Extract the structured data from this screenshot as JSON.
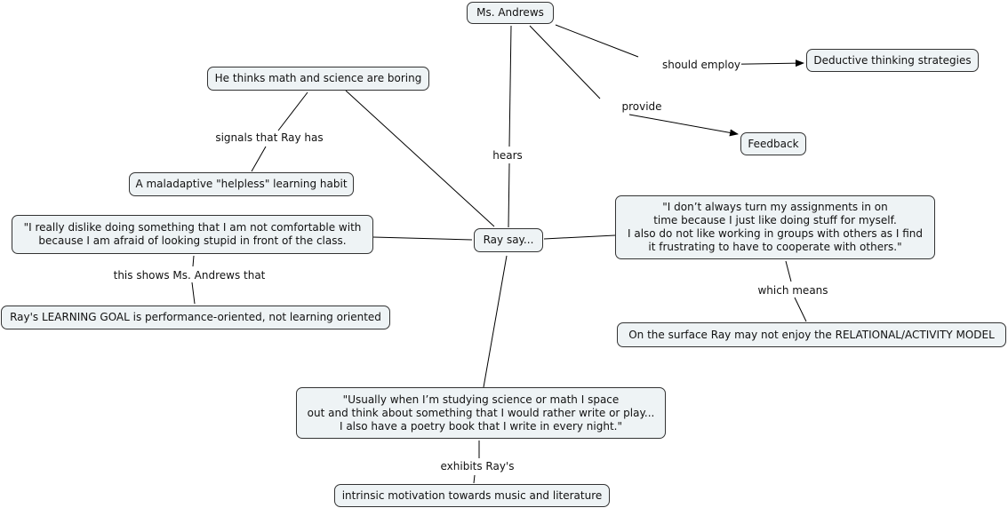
{
  "concept_map": {
    "nodes": {
      "ms_andrews": "Ms. Andrews",
      "deductive": "Deductive thinking strategies",
      "feedback": "Feedback",
      "boring": "He thinks math and science are boring",
      "helpless": "A maladaptive \"helpless\" learning habit",
      "dislike": "\"I really dislike doing something that I am not comfortable with\nbecause I am afraid of looking stupid in front of the class.",
      "learning_goal": "Ray's LEARNING GOAL is performance-oriented, not learning oriented",
      "ray_say": "Ray say...",
      "assignments": "\"I don’t always turn my assignments in on\ntime because I just like doing stuff for myself.\nI also do not like working in groups with others as I find\nit frustrating to have to cooperate with others.\"",
      "surface": "On the surface Ray may not enjoy the RELATIONAL/ACTIVITY MODEL",
      "usually": "\"Usually when I’m studying science or math I space\nout and think about something that I would rather write or play...\nI also have a poetry book that I write in every night.\"",
      "intrinsic": "intrinsic motivation towards music and literature"
    },
    "links": {
      "should_employ": "should employ",
      "provide": "provide",
      "hears": "hears",
      "signals": "signals that Ray has",
      "this_shows": "this shows Ms. Andrews that",
      "which_means": "which means",
      "exhibits": "exhibits Ray's"
    }
  }
}
